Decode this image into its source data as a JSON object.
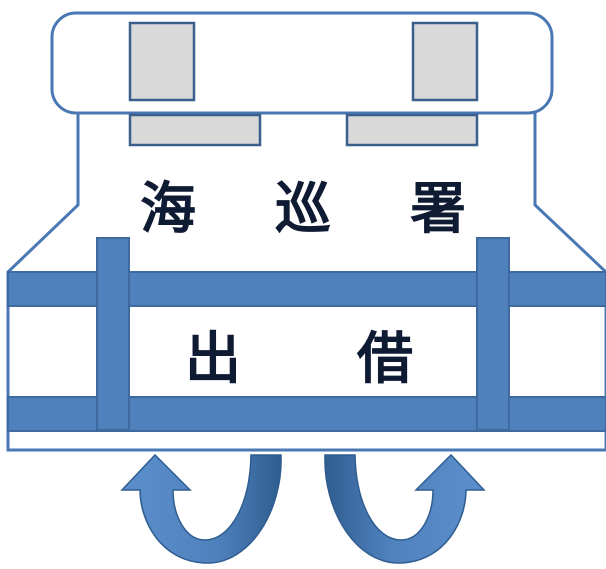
{
  "labels": {
    "top_row": [
      "海",
      "巡",
      "署"
    ],
    "bottom_row": [
      "出",
      "借"
    ]
  },
  "colors": {
    "outline": "#4a78b4",
    "band_fill": "#4f81bd",
    "band_stroke": "#3e6aa0",
    "window_fill": "#d9d9d9",
    "window_stroke": "#3a5f8c",
    "arrow_fill": "#4f81bd",
    "arrow_dark": "#2f5d8f",
    "text": "#0f1a33"
  },
  "icons": [
    "left-curved-arrow-icon",
    "right-curved-arrow-icon"
  ]
}
